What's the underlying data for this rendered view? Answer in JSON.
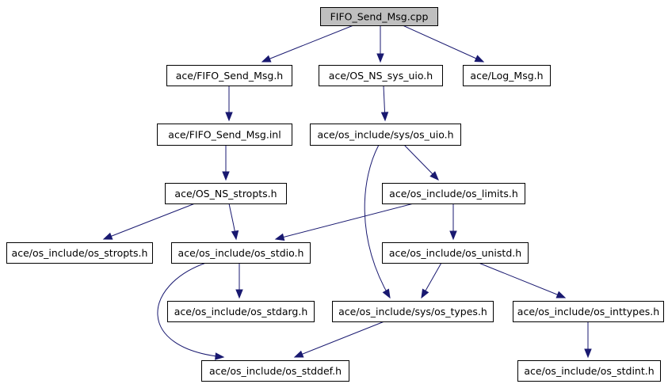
{
  "diagram": {
    "type": "include-dependency-graph",
    "edge_color": "#191970",
    "root_fill": "#bfbfbf",
    "node_fill": "#ffffff",
    "nodes": [
      {
        "id": "n0",
        "label": "FIFO_Send_Msg.cpp",
        "root": true
      },
      {
        "id": "n1",
        "label": "ace/FIFO_Send_Msg.h"
      },
      {
        "id": "n2",
        "label": "ace/OS_NS_sys_uio.h"
      },
      {
        "id": "n3",
        "label": "ace/Log_Msg.h"
      },
      {
        "id": "n4",
        "label": "ace/FIFO_Send_Msg.inl"
      },
      {
        "id": "n5",
        "label": "ace/os_include/sys/os_uio.h"
      },
      {
        "id": "n6",
        "label": "ace/OS_NS_stropts.h"
      },
      {
        "id": "n7",
        "label": "ace/os_include/os_limits.h"
      },
      {
        "id": "n8",
        "label": "ace/os_include/os_stropts.h"
      },
      {
        "id": "n9",
        "label": "ace/os_include/os_stdio.h"
      },
      {
        "id": "n10",
        "label": "ace/os_include/os_unistd.h"
      },
      {
        "id": "n11",
        "label": "ace/os_include/os_stdarg.h"
      },
      {
        "id": "n12",
        "label": "ace/os_include/sys/os_types.h"
      },
      {
        "id": "n13",
        "label": "ace/os_include/os_inttypes.h"
      },
      {
        "id": "n14",
        "label": "ace/os_include/os_stddef.h"
      },
      {
        "id": "n15",
        "label": "ace/os_include/os_stdint.h"
      }
    ],
    "edges": [
      {
        "from": "n0",
        "to": "n1"
      },
      {
        "from": "n0",
        "to": "n2"
      },
      {
        "from": "n0",
        "to": "n3"
      },
      {
        "from": "n1",
        "to": "n4"
      },
      {
        "from": "n4",
        "to": "n6"
      },
      {
        "from": "n6",
        "to": "n8"
      },
      {
        "from": "n6",
        "to": "n9"
      },
      {
        "from": "n2",
        "to": "n5"
      },
      {
        "from": "n5",
        "to": "n7"
      },
      {
        "from": "n5",
        "to": "n12"
      },
      {
        "from": "n7",
        "to": "n9"
      },
      {
        "from": "n7",
        "to": "n10"
      },
      {
        "from": "n9",
        "to": "n11"
      },
      {
        "from": "n9",
        "to": "n14"
      },
      {
        "from": "n10",
        "to": "n12"
      },
      {
        "from": "n10",
        "to": "n13"
      },
      {
        "from": "n12",
        "to": "n14"
      },
      {
        "from": "n13",
        "to": "n15"
      }
    ]
  }
}
